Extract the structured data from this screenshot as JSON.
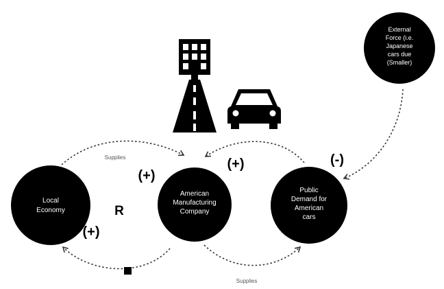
{
  "nodes": {
    "local_economy": [
      "Local",
      "Economy"
    ],
    "manufacturer": [
      "American",
      "Manufacturing",
      "Company"
    ],
    "public_demand": [
      "Public",
      "Demand for",
      "American",
      "cars"
    ],
    "external_force": [
      "External",
      "Force (i.e.",
      "Japanese",
      "cars due",
      "(Smaller)"
    ]
  },
  "labels": {
    "supplies_top": "Supplies",
    "supplies_bottom": "Supplies",
    "loop": "R",
    "sign_manufacturer": "(+)",
    "sign_from_demand": "(+)",
    "sign_external": "(-)",
    "sign_local": "(+)"
  },
  "icons": [
    "building-road-icon",
    "car-icon"
  ]
}
